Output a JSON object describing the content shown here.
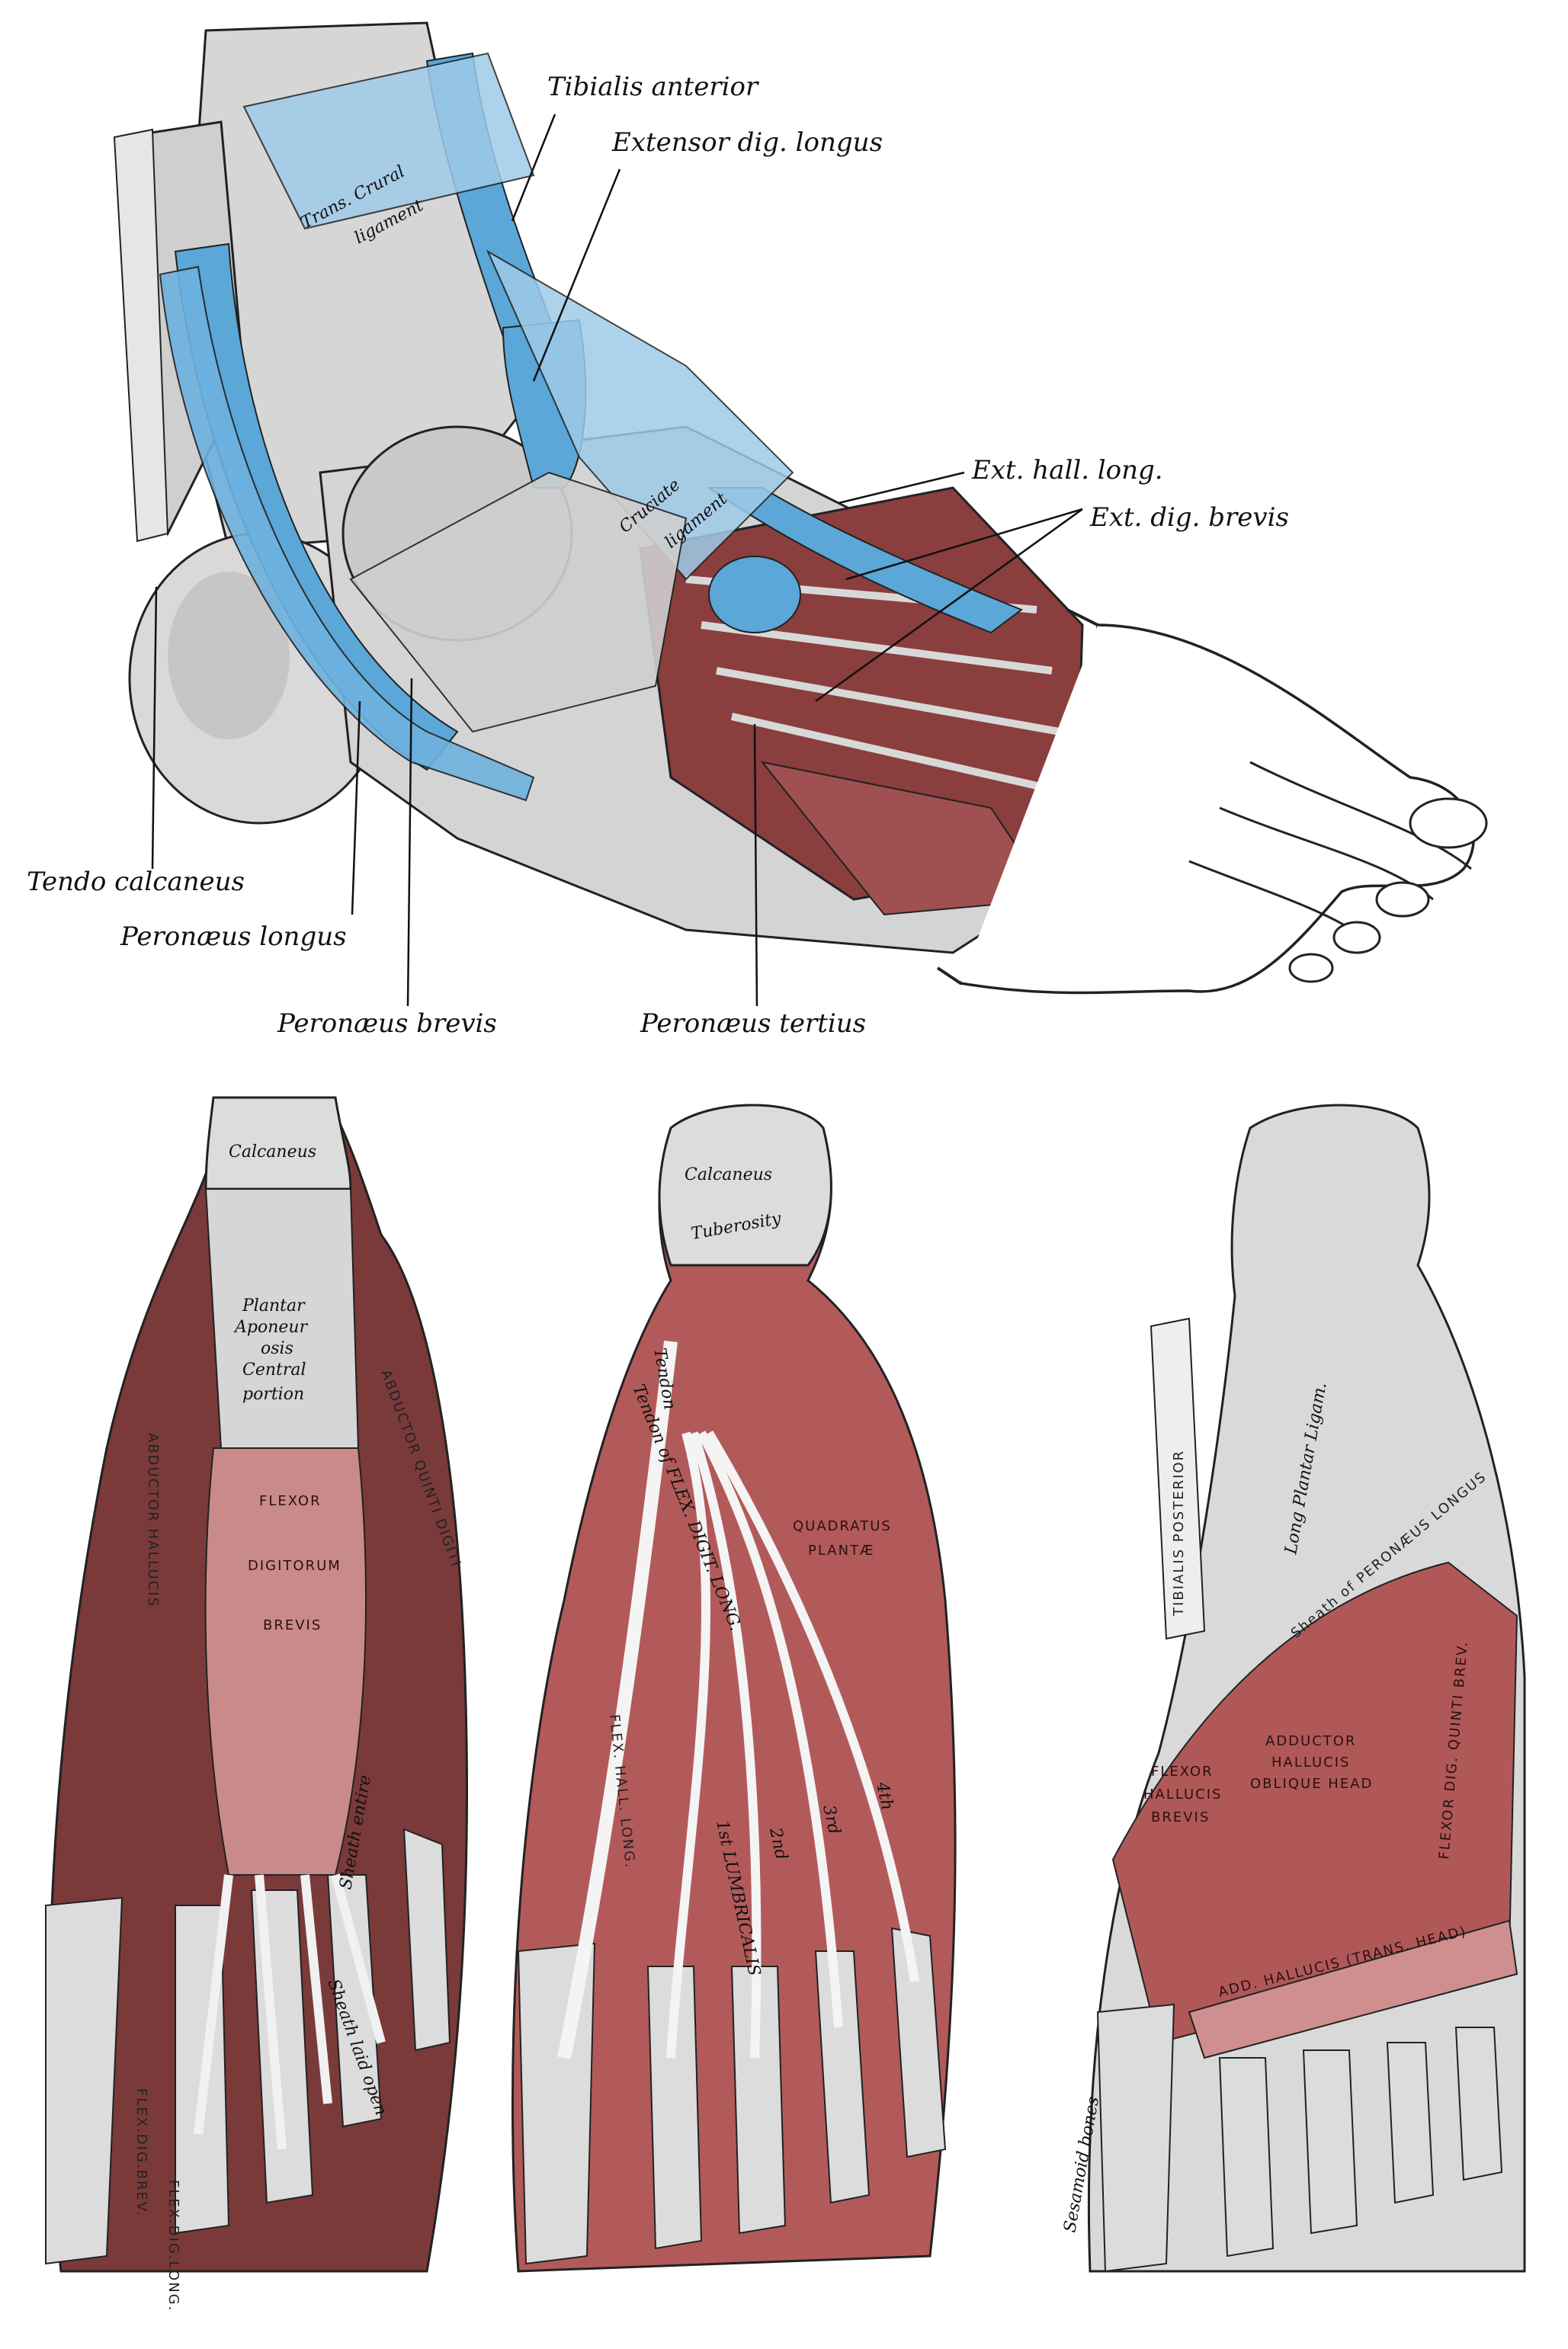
{
  "colors": {
    "tendon_blue": "#5aa7d8",
    "tendon_blue_light": "#9fcbe8",
    "bone": "#dcdcdc",
    "bone_shade": "#9c9c9c",
    "muscle_red": "#b86b6b",
    "muscle_dark": "#6a2e2e",
    "muscle_pink": "#e3a3a3",
    "outline": "#222222"
  },
  "lateral_view": {
    "labels": {
      "trans_crural_1": "Trans. Crural",
      "trans_crural_2": "ligament",
      "tibialis_anterior": "Tibialis anterior",
      "extensor_dig_longus": "Extensor dig. longus",
      "cruciate_1": "Cruciate",
      "cruciate_2": "ligament",
      "ext_hall_long": "Ext. hall. long.",
      "ext_dig_brevis": "Ext. dig. brevis",
      "tendo_calcaneus": "Tendo calcaneus",
      "peronaeus_longus": "Peronæus longus",
      "peronaeus_brevis": "Peronæus brevis",
      "peronaeus_tertius": "Peronæus tertius"
    }
  },
  "plantar_superficial": {
    "labels": {
      "calcaneus": "Calcaneus",
      "plantar_1": "Plantar",
      "plantar_2": "Aponeur",
      "plantar_3": "osis",
      "plantar_4": "Central",
      "plantar_5": "portion",
      "abductor_hallucis": "ABDUCTOR HALLUCIS",
      "abductor_quinti": "ABDUCTOR QUINTI DIGITI",
      "flexor": "FLEXOR",
      "digitorum": "DIGITORUM",
      "brevis": "BREVIS",
      "sheath_entire": "Sheath entire",
      "sheath_laid_open": "Sheath laid open",
      "flex_dig_brev": "FLEX.DIG.BREV.",
      "flex_dig_long": "FLEX.DIG.LONG."
    }
  },
  "plantar_middle": {
    "labels": {
      "calcaneus": "Calcaneus",
      "tuberosity": "Tuberosity",
      "tendon": "Tendon",
      "tendon_of_flex_dig_long": "Tendon of FLEX. DIGIT. LONG.",
      "quadratus": "QUADRATUS",
      "plantae": "PLANTÆ",
      "flex_hall_long": "FLEX. HALL. LONG.",
      "lumbricalis_1": "1st LUMBRICALIS",
      "lumbricalis_2": "2nd",
      "lumbricalis_3": "3rd",
      "lumbricalis_4": "4th"
    }
  },
  "plantar_deep": {
    "labels": {
      "long_plantar_ligament": "Long Plantar Ligam.",
      "tibialis_posterior": "TIBIALIS POSTERIOR",
      "sheath_peronaeus_longus": "Sheath of PERONÆUS LONGUS",
      "adductor": "ADDUCTOR",
      "hallucis": "HALLUCIS",
      "oblique_head": "OBLIQUE HEAD",
      "flexor": "FLEXOR",
      "hallucis_2": "HALLUCIS",
      "brevis": "BREVIS",
      "flexor_dig_quinti_brev": "FLEXOR DIG. QUINTI BREV.",
      "add_hallucis_trans": "ADD. HALLUCIS (TRANS. HEAD)",
      "sesamoid_bones": "Sesamoid bones"
    }
  }
}
